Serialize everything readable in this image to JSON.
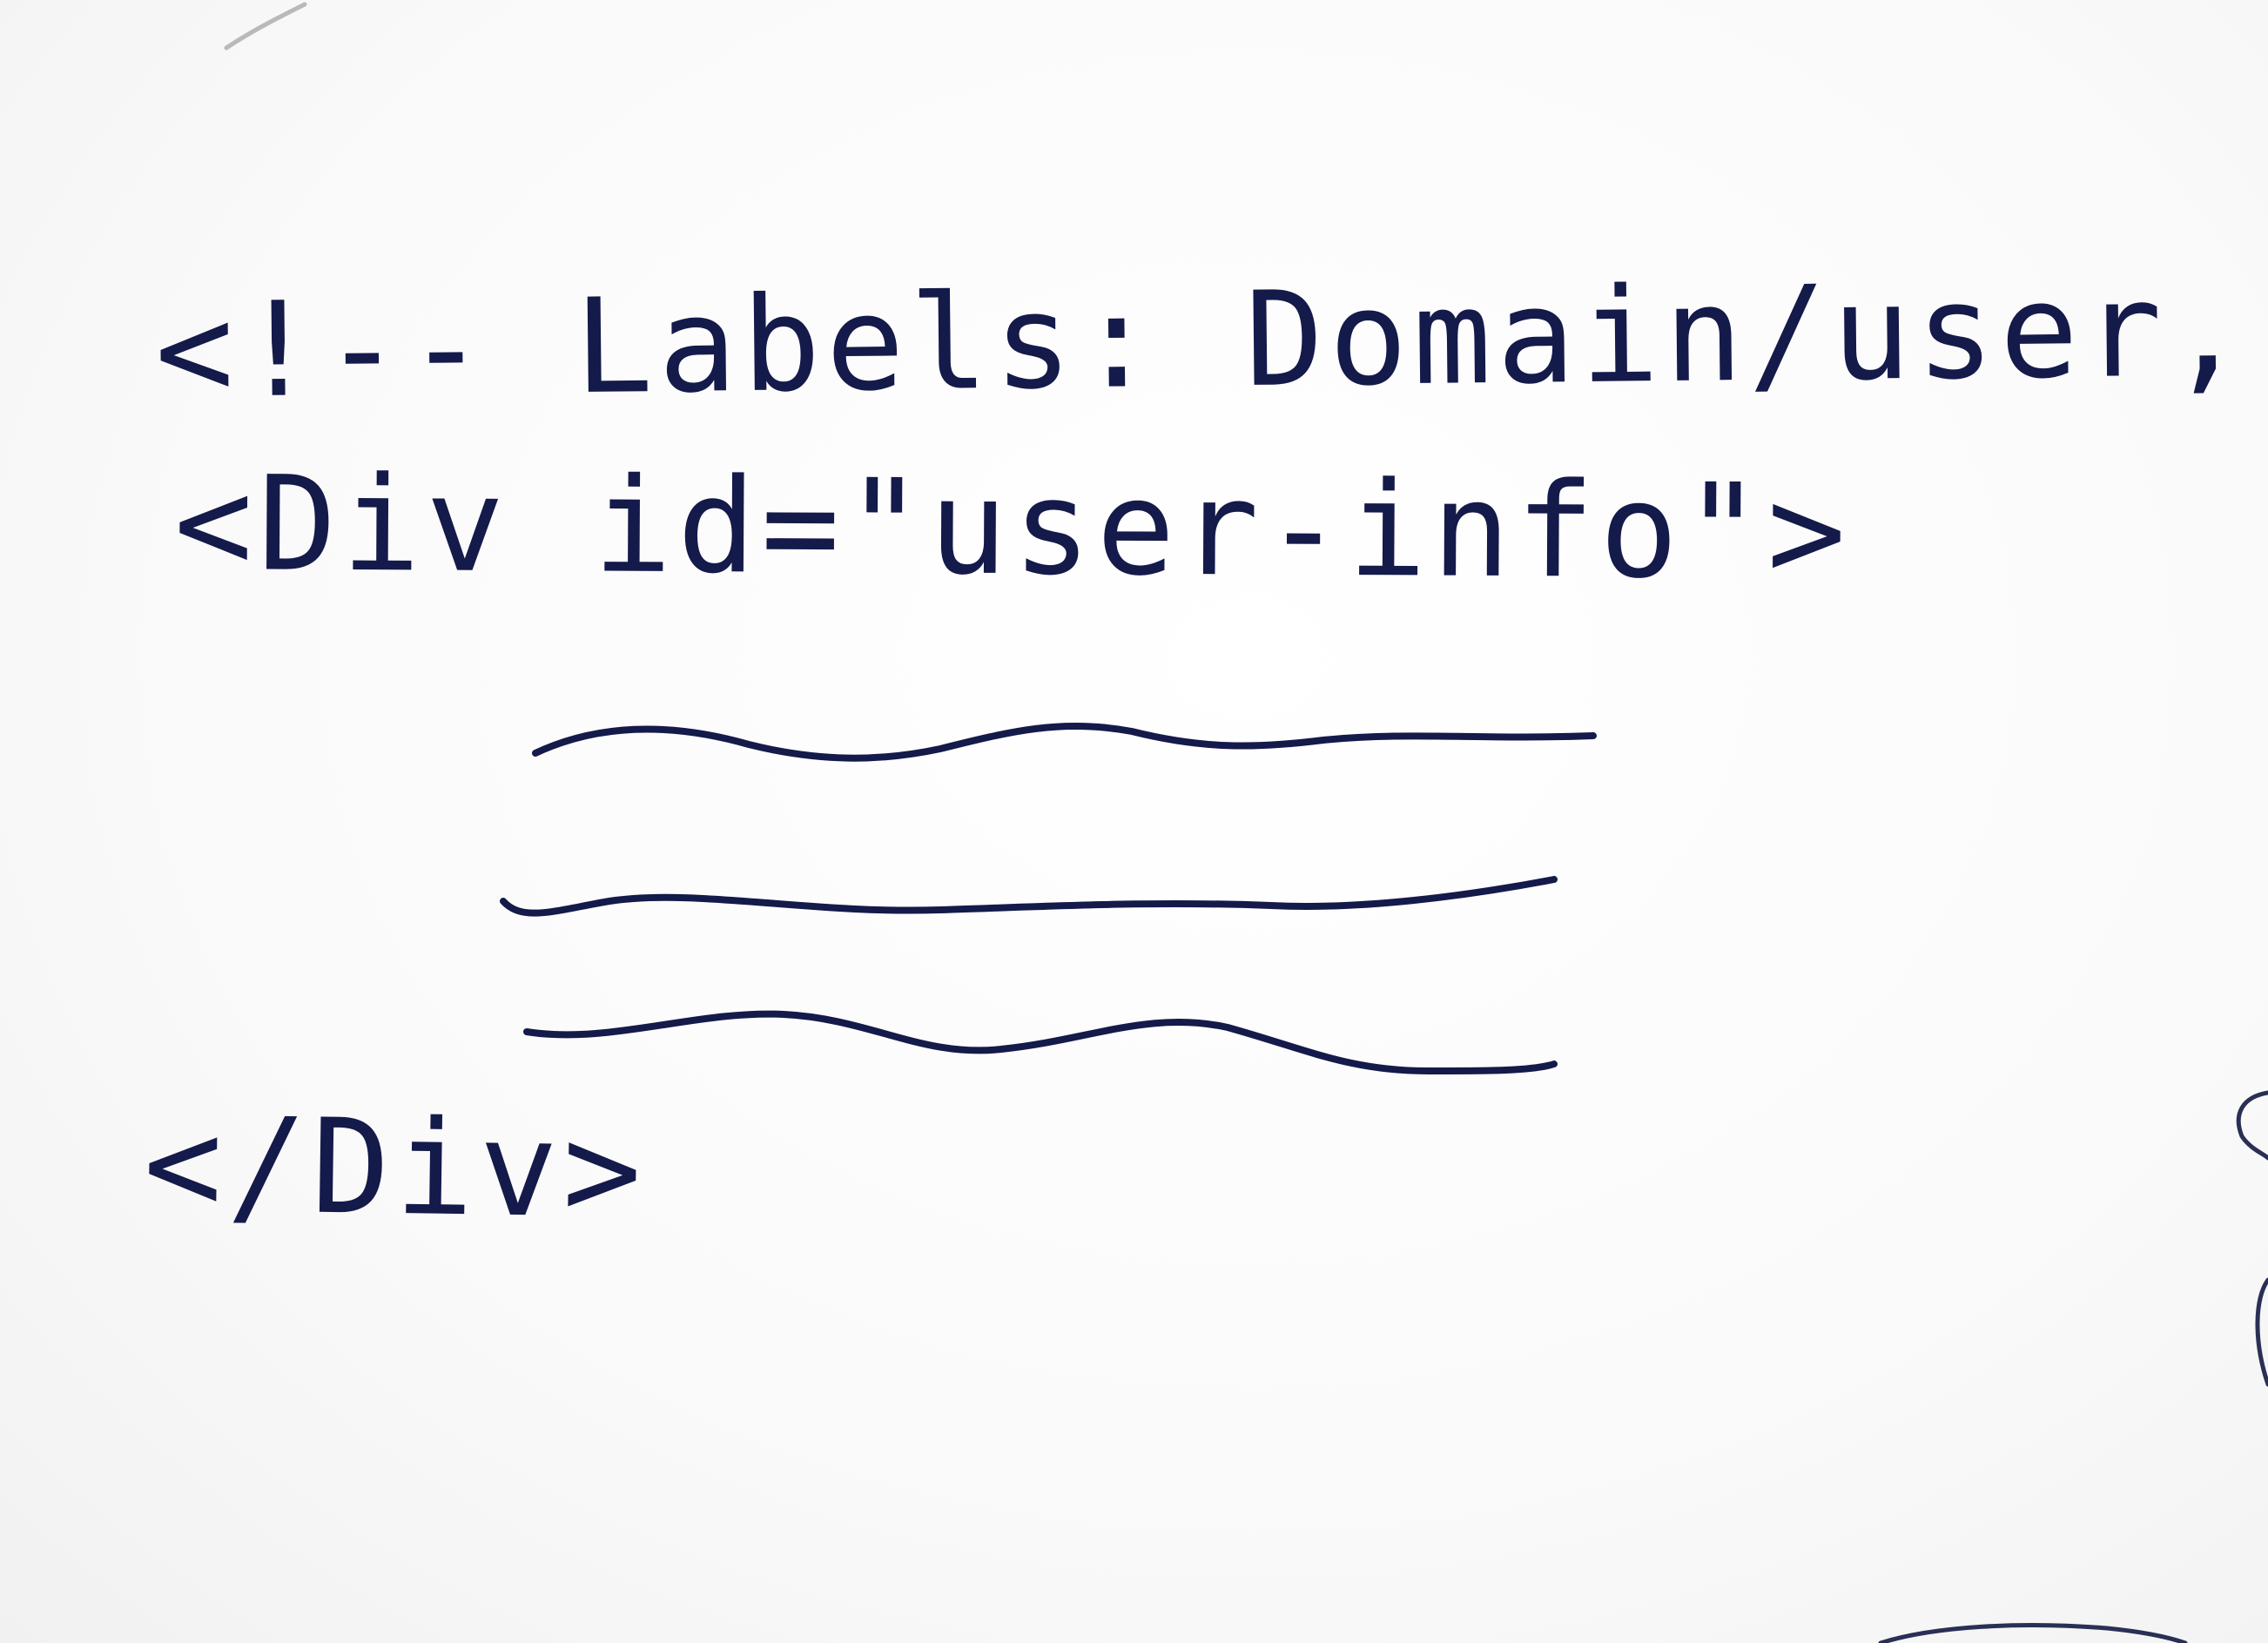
{
  "note": {
    "comment_line": "<!-- Labels: Domain/user, HTML -->",
    "open_tag_line": "<Div id=\"user-info\">",
    "close_tag_line": "</Div>"
  },
  "colors": {
    "ink": "#141a4a",
    "paper": "#fdfdfd"
  }
}
